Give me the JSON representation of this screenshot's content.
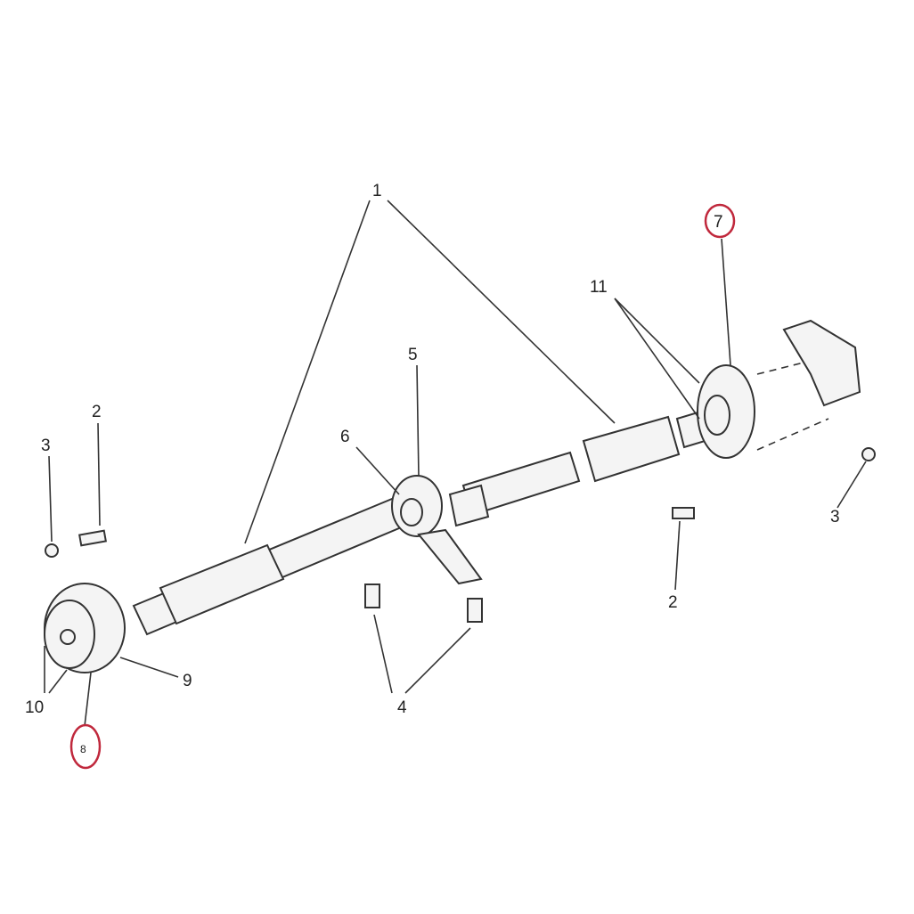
{
  "diagram": {
    "labels": {
      "l1": "1",
      "l2a": "2",
      "l2b": "2",
      "l3a": "3",
      "l3b": "3",
      "l4": "4",
      "l5": "5",
      "l6": "6",
      "l7": "7",
      "l8": "8",
      "l9": "9",
      "l10": "10",
      "l11": "11"
    },
    "highlight_color": "#c0283c"
  }
}
